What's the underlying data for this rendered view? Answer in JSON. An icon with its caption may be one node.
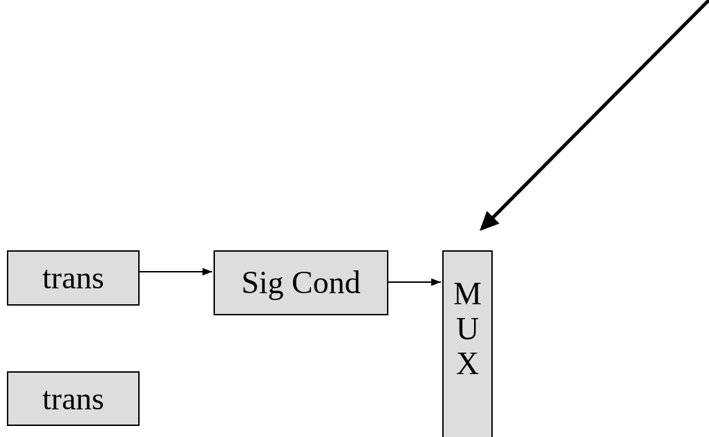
{
  "diagram": {
    "nodes": [
      {
        "text": [
          "trans"
        ]
      },
      {
        "text": [
          "Sig Cond"
        ]
      },
      {
        "text": [
          "MUX"
        ]
      },
      {
        "text": [
          "trans"
        ]
      }
    ],
    "edges": [
      {
        "from": 0,
        "to": 1,
        "arrow": "to"
      },
      {
        "from": 1,
        "to": 2,
        "arrow": "to"
      },
      {
        "from": null,
        "to": 2,
        "arrow": "to",
        "style": "thick"
      }
    ]
  }
}
